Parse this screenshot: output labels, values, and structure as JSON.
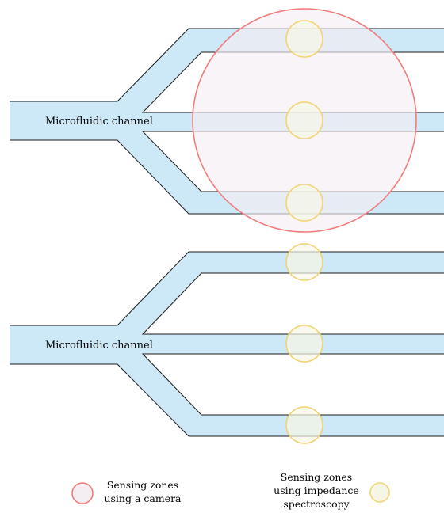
{
  "diagram": {
    "upper_channel_label": "Microfluidic channel",
    "lower_channel_label": "Microfluidic channel",
    "colors": {
      "channel_fill": "#cde8f6",
      "channel_stroke": "#1a1a1a",
      "camera_zone_stroke": "#f07c7c",
      "camera_zone_fill": "#f4eef2",
      "impedance_zone_stroke": "#f2d472",
      "impedance_zone_fill": "#f7f6e6"
    }
  },
  "legend": {
    "camera": {
      "line1": "Sensing zones",
      "line2": "using a camera",
      "icon": "camera-sensing-zone-circle"
    },
    "impedance": {
      "line1": "Sensing zones",
      "line2": "using impedance",
      "line3": "spectroscopy",
      "icon": "impedance-sensing-zone-circle"
    }
  }
}
